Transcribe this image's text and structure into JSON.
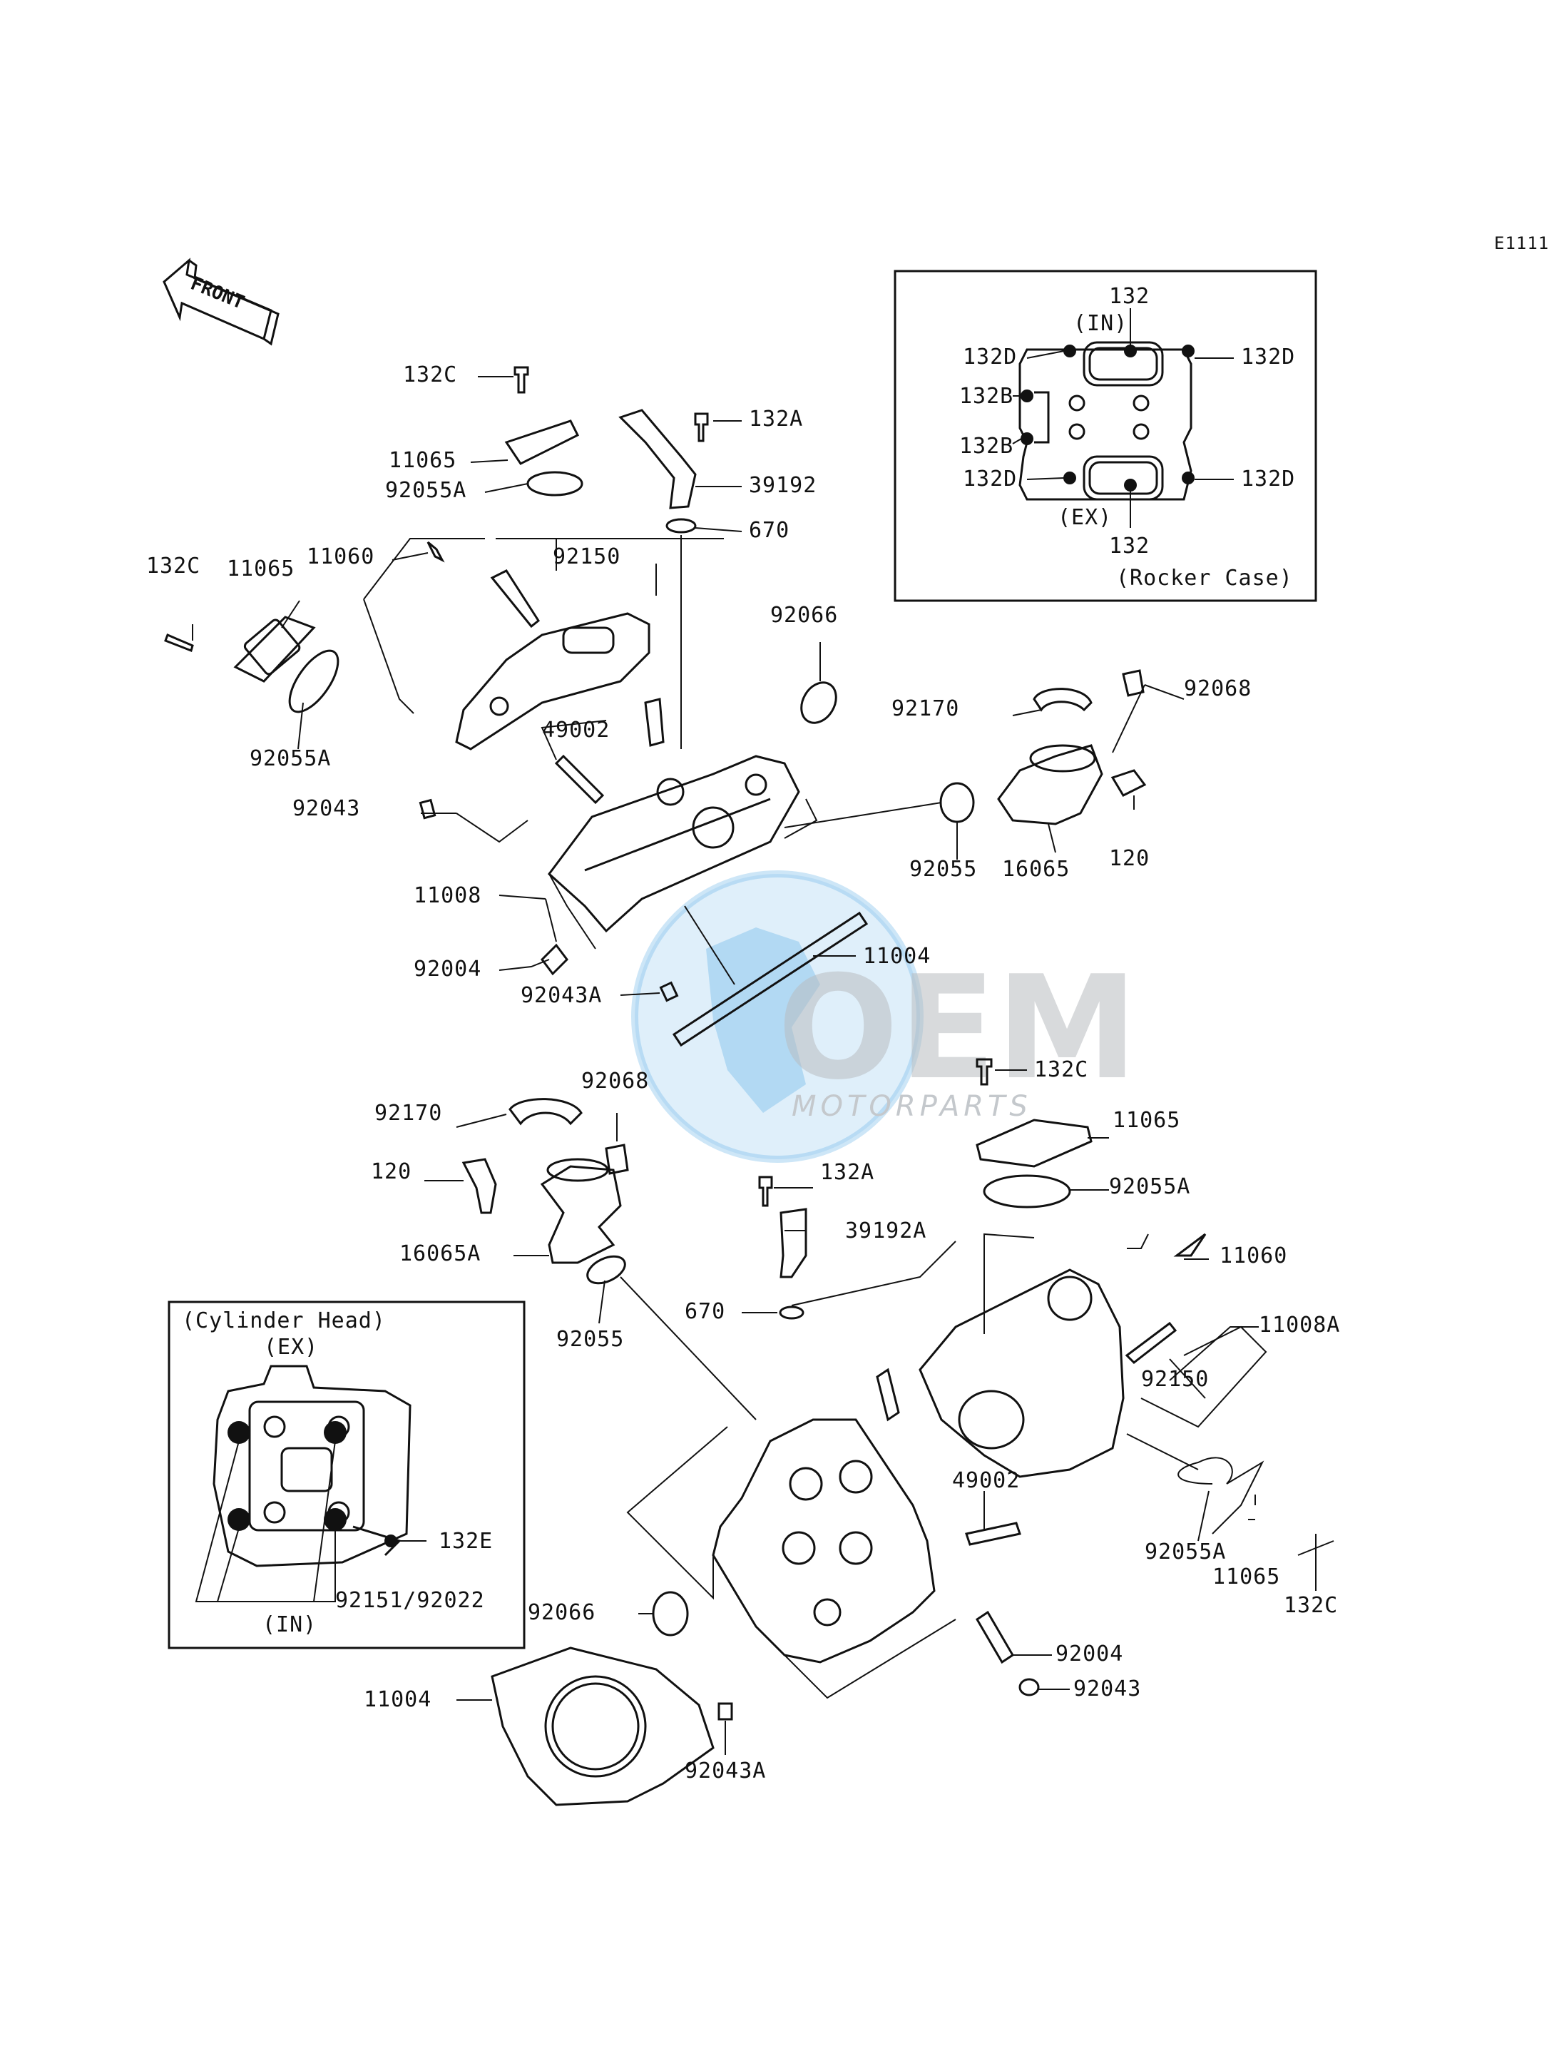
{
  "diagram_ref": "E1111",
  "front_arrow_label": "FRONT",
  "watermark": {
    "logo": "OEM",
    "subtitle": "MOTORPARTS",
    "globe_color": "#6fb8e8",
    "logo_color": "#9aa0a6"
  },
  "rocker_inset": {
    "title": "(Rocker Case)",
    "in_label": "(IN)",
    "ex_label": "(EX)",
    "labels": {
      "top_132": "132",
      "bottom_132": "132",
      "left_132d_top": "132D",
      "right_132d_top": "132D",
      "left_132b_top": "132B",
      "left_132b_bottom": "132B",
      "left_132d_bottom": "132D",
      "right_132d_bottom": "132D"
    }
  },
  "head_inset": {
    "title": "(Cylinder Head)",
    "ex_label": "(EX)",
    "in_label": "(IN)",
    "label_132e": "132E",
    "label_bolts": "92151/92022"
  },
  "upper_callouts": {
    "p132C_a": "132C",
    "p11065_a": "11065",
    "p92055A_a": "92055A",
    "p132A_a": "132A",
    "p39192": "39192",
    "p670_a": "670",
    "p11060_a": "11060",
    "p92150_a": "92150",
    "p132C_b": "132C",
    "p11065_b": "11065",
    "p92055A_b": "92055A",
    "p92066_a": "92066",
    "p92170_a": "92170",
    "p92068_a": "92068",
    "p49002_a": "49002",
    "p92043_a": "92043",
    "p120_a": "120",
    "p92055_a": "92055",
    "p16065": "16065",
    "p11008": "11008",
    "p11004_a": "11004",
    "p92004_a": "92004",
    "p92043A_a": "92043A"
  },
  "lower_callouts": {
    "p132C_c": "132C",
    "p11065_c": "11065",
    "p92170_b": "92170",
    "p92068_b": "92068",
    "p120_b": "120",
    "p132A_b": "132A",
    "p92055A_c": "92055A",
    "p39192A": "39192A",
    "p16065A": "16065A",
    "p11060_b": "11060",
    "p670_b": "670",
    "p11008A": "11008A",
    "p92055_b": "92055",
    "p92150_b": "92150",
    "p49002_b": "49002",
    "p92055A_d": "92055A",
    "p11065_d": "11065",
    "p132C_d": "132C",
    "p92066_b": "92066",
    "p92004_b": "92004",
    "p11004_b": "11004",
    "p92043_b": "92043",
    "p92043A_b": "92043A"
  }
}
